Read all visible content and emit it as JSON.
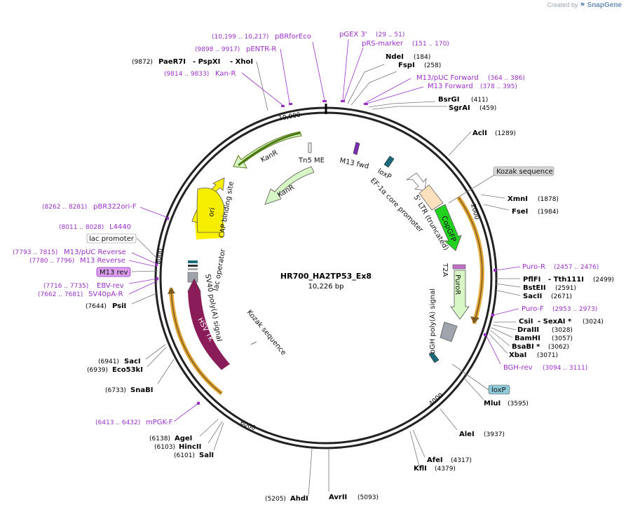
{
  "credit": {
    "created_by": "Created by",
    "brand": "SnapGene"
  },
  "plasmid": {
    "name": "HR700_HA2TP53_Ex8",
    "size_label": "10,226 bp"
  },
  "ticks": [
    "10,000",
    "2000",
    "4000",
    "6000",
    "8000"
  ],
  "colors": {
    "primer": "#9b30c8",
    "site": "#000000",
    "line_site": "#666666",
    "backbone": "#222222"
  },
  "sites": {
    "NdeI": {
      "name": "NdeI",
      "pos": "(184)"
    },
    "FspI": {
      "name": "FspI",
      "pos": "(258)"
    },
    "BsrGI": {
      "name": "BsrGI",
      "pos": "(411)"
    },
    "SgrAI": {
      "name": "SgrAI",
      "pos": "(459)"
    },
    "AclI": {
      "name": "AclI",
      "pos": "(1289)"
    },
    "XmnI": {
      "name": "XmnI",
      "pos": "(1878)"
    },
    "FseI": {
      "name": "FseI",
      "pos": "(1984)"
    },
    "PflFI": {
      "name": "PflFI",
      "name2": "- Tth111I",
      "pos": "(2499)"
    },
    "BstEII": {
      "name": "BstEII",
      "pos": "(2591)"
    },
    "SacII": {
      "name": "SacII",
      "pos": "(2671)"
    },
    "CsiI": {
      "name": "CsiI",
      "name2": "- SexAI *",
      "pos": "(3024)"
    },
    "DraIII": {
      "name": "DraIII",
      "pos": "(3028)"
    },
    "BamHI": {
      "name": "BamHI",
      "pos": "(3057)"
    },
    "BsaBI": {
      "name": "BsaBI *",
      "pos": "(3062)"
    },
    "XbaI": {
      "name": "XbaI",
      "pos": "(3071)"
    },
    "MluI": {
      "name": "MluI",
      "pos": "(3595)"
    },
    "AleI": {
      "name": "AleI",
      "pos": "(3937)"
    },
    "AfeI": {
      "name": "AfeI",
      "pos": "(4317)"
    },
    "KflI": {
      "name": "KflI",
      "pos": "(4379)"
    },
    "AvrII": {
      "name": "AvrII",
      "pos": "(5093)"
    },
    "AhdI": {
      "name": "AhdI",
      "pos": "(5205)"
    },
    "SalI": {
      "name": "SalI",
      "pos": "(6101)"
    },
    "HincII": {
      "name": "HincII",
      "pos": "(6103)"
    },
    "AgeI": {
      "name": "AgeI",
      "pos": "(6138)"
    },
    "SnaBI": {
      "name": "SnaBI",
      "pos": "(6733)"
    },
    "Eco53kI": {
      "name": "Eco53kI",
      "pos": "(6939)"
    },
    "SacI": {
      "name": "SacI",
      "pos": "(6941)"
    },
    "PsiI": {
      "name": "PsiI",
      "pos": "(7644)"
    },
    "PaeR7I": {
      "name": "PaeR7I",
      "name2": "- PspXI",
      "name3": "- XhoI",
      "pos": "(9872)"
    }
  },
  "primers": {
    "pBRforEco": {
      "name": "pBRforEco",
      "pos": "(10,199 .. 10,217)"
    },
    "pGEX3": {
      "name": "pGEX 3'",
      "pos": "(29 .. 51)"
    },
    "pRS": {
      "name": "pRS-marker",
      "pos": "(151 .. 170)"
    },
    "pENTR": {
      "name": "pENTR-R",
      "pos": "(9898 .. 9917)"
    },
    "KanR_p": {
      "name": "Kan-R",
      "pos": "(9814 .. 9833)"
    },
    "M13pUCf": {
      "name": "M13/pUC Forward",
      "pos": "(364 .. 386)"
    },
    "M13f": {
      "name": "M13 Forward",
      "pos": "(378 .. 395)"
    },
    "PuroR_p": {
      "name": "Puro-R",
      "pos": "(2457 .. 2476)"
    },
    "PuroF_p": {
      "name": "Puro-F",
      "pos": "(2953 .. 2973)"
    },
    "BGHrev": {
      "name": "BGH-rev",
      "pos": "(3094 .. 3111)"
    },
    "mPGKF": {
      "name": "mPGK-F",
      "pos": "(6413 .. 6432)"
    },
    "pBR322": {
      "name": "pBR322ori-F",
      "pos": "(8262 .. 8281)"
    },
    "L4440": {
      "name": "L4440",
      "pos": "(8011 .. 8028)"
    },
    "M13pUCr": {
      "name": "M13/pUC Reverse",
      "pos": "(7793 .. 7815)"
    },
    "M13r": {
      "name": "M13 Reverse",
      "pos": "(7780 .. 7796)"
    },
    "EBVrev": {
      "name": "EBV-rev",
      "pos": "(7716 .. 7735)"
    },
    "SV40pAR": {
      "name": "SV40pA-R",
      "pos": "(7662 .. 7681)"
    }
  },
  "boxed": {
    "kozak_top": "Kozak sequence",
    "lac_promoter": "lac promoter",
    "m13_rev": "M13 rev",
    "loxp_bottom": "loxP"
  },
  "features": {
    "KanR_outer": "KanR",
    "KanR_inner": "KanR",
    "Tn5ME": "Tn5 ME",
    "M13fwd": "M13 fwd",
    "loxP_top": "loxP",
    "EF1a": "EF-1α core promoter",
    "LTR5": "5' LTR (truncated)",
    "CopGFP": "CopGFP",
    "T2A": "T2A",
    "PuroR": "PuroR",
    "bGH": "bGH poly(A) signal",
    "ori": "ori",
    "CAP": "CAP binding site",
    "lacop": "lac operator",
    "SV40pA": "SV40 poly(A) signal",
    "HSVTK": "HSV TK",
    "Kozak_inner": "Kozak sequence"
  }
}
